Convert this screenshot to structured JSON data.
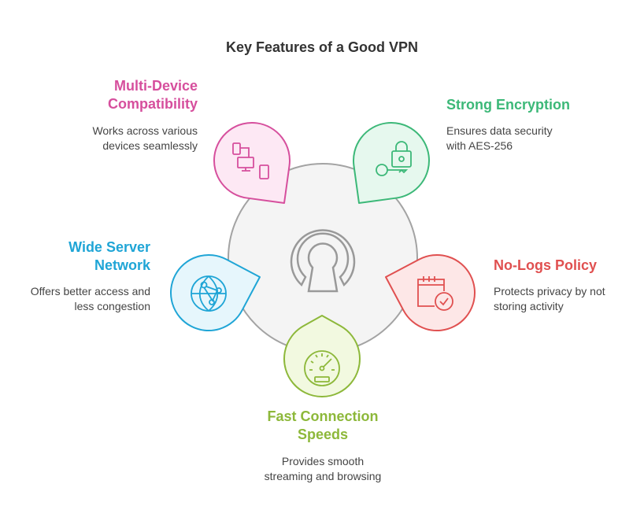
{
  "title": "Key Features of a Good VPN",
  "center": {
    "icon": "keyhole-icon"
  },
  "features": [
    {
      "title": "Multi-Device Compatibility",
      "title_lines": [
        "Multi-Device",
        "Compatibility"
      ],
      "desc_lines": [
        "Works across various",
        "devices seamlessly"
      ],
      "icon": "devices-icon",
      "color": "#d64f9d",
      "fill": "#fde8f4"
    },
    {
      "title": "Strong Encryption",
      "title_lines": [
        "Strong Encryption"
      ],
      "desc_lines": [
        "Ensures data security",
        "with AES-256"
      ],
      "icon": "lock-key-icon",
      "color": "#3cb878",
      "fill": "#e6f8ee"
    },
    {
      "title": "Wide Server Network",
      "title_lines": [
        "Wide Server",
        "Network"
      ],
      "desc_lines": [
        "Offers better access and",
        "less congestion"
      ],
      "icon": "globe-network-icon",
      "color": "#1fa5d6",
      "fill": "#e6f6fc"
    },
    {
      "title": "No-Logs Policy",
      "title_lines": [
        "No-Logs Policy"
      ],
      "desc_lines": [
        "Protects privacy by not",
        "storing activity"
      ],
      "icon": "calendar-check-icon",
      "color": "#e05050",
      "fill": "#fde7e7"
    },
    {
      "title": "Fast Connection Speeds",
      "title_lines": [
        "Fast Connection",
        "Speeds"
      ],
      "desc_lines": [
        "Provides smooth",
        "streaming and browsing"
      ],
      "icon": "speedometer-icon",
      "color": "#8db83a",
      "fill": "#f2f9e0"
    }
  ]
}
